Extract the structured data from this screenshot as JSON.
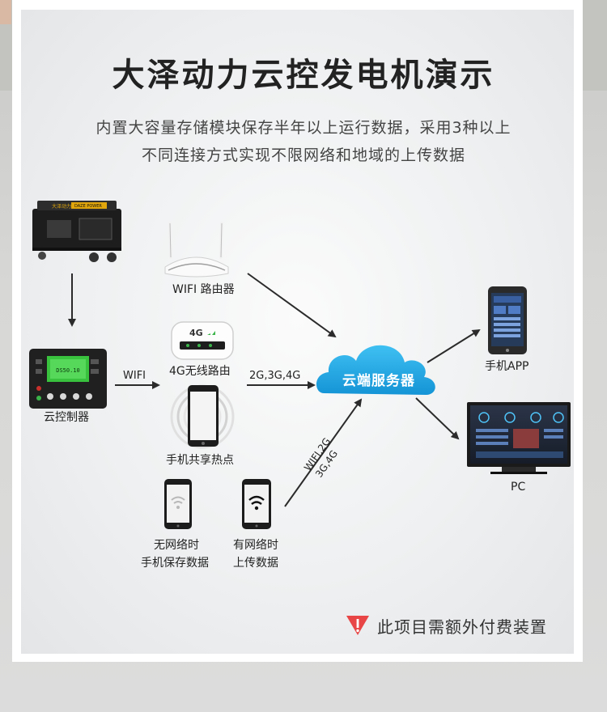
{
  "title": "大泽动力云控发电机演示",
  "subtitle": {
    "line1": "内置大容量存储模块保存半年以上运行数据，采用3种以上",
    "line2": "不同连接方式实现不限网络和地域的上传数据"
  },
  "nodes": {
    "generator": {
      "icon": "generator-icon",
      "brand": "大泽动力",
      "brand2": "DAZE POWER"
    },
    "controller": {
      "label": "云控制器",
      "icon": "controller-icon",
      "screen_text": "DS50.10"
    },
    "wifi_router": {
      "label": "WIFI 路由器",
      "icon": "router-icon"
    },
    "mobile_router": {
      "label": "4G无线路由",
      "icon": "mobile-router-icon",
      "badge": "4G"
    },
    "hotspot": {
      "label": "手机共享热点",
      "icon": "phone-hotspot-icon"
    },
    "cloud": {
      "label": "云端服务器",
      "icon": "cloud-icon"
    },
    "app": {
      "label": "手机APP",
      "icon": "phone-app-icon"
    },
    "pc": {
      "label": "PC",
      "icon": "monitor-icon"
    },
    "offline_phone": {
      "line1": "无网络时",
      "line2": "手机保存数据",
      "icon": "wifi-off-phone-icon"
    },
    "online_phone": {
      "line1": "有网络时",
      "line2": "上传数据",
      "icon": "wifi-on-phone-icon"
    }
  },
  "connections": {
    "controller_link": "WIFI",
    "network_link": "2G,3G,4G",
    "phone_link_line1": "WIFI,2G",
    "phone_link_line2": "3G,4G"
  },
  "notice": {
    "text": "此项目需额外付费装置",
    "icon": "warning-triangle-icon",
    "color": "#e84646"
  },
  "colors": {
    "cloud": "#19a7e6",
    "arrow": "#2b2b2b"
  }
}
